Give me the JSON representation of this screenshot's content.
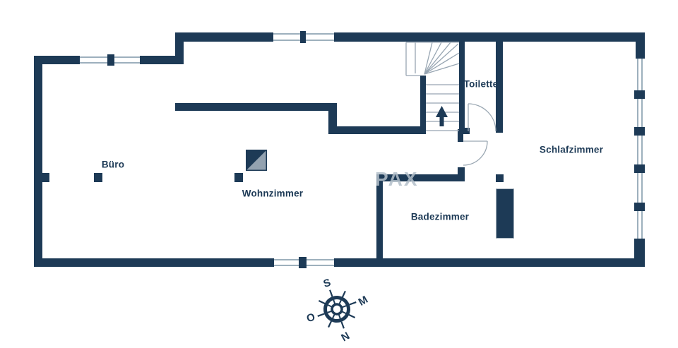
{
  "floorplan": {
    "rooms": [
      {
        "id": "buero",
        "label": "Büro"
      },
      {
        "id": "wohnzimmer",
        "label": "Wohnzimmer"
      },
      {
        "id": "badezimmer",
        "label": "Badezimmer"
      },
      {
        "id": "schlafzimmer",
        "label": "Schlafzimmer"
      },
      {
        "id": "toilette",
        "label": "Toilette"
      }
    ],
    "stairs": {
      "direction": "up"
    },
    "watermark": "PAX",
    "compass": {
      "points": [
        {
          "dir": "top",
          "label": "S"
        },
        {
          "dir": "right",
          "label": "M"
        },
        {
          "dir": "left",
          "label": "O"
        },
        {
          "dir": "bottom",
          "label": "N"
        }
      ]
    },
    "colors": {
      "wall": "#1d3a56",
      "label_text": "#1d3a56",
      "window_line": "#9db0bd",
      "door_swing_line": "#9aa7b2",
      "stair_line": "#97a5b2",
      "fireplace_gray": "#93a2b0",
      "watermark_gray": "#b3bfca",
      "background": "#ffffff"
    }
  }
}
